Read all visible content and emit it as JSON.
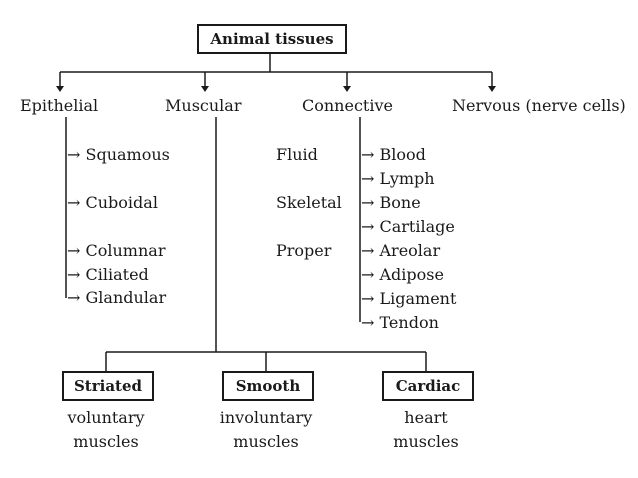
{
  "root": {
    "label": "Animal tissues"
  },
  "categories": {
    "epithelial": "Epithelial",
    "muscular": "Muscular",
    "connective": "Connective",
    "nervous": "Nervous (nerve cells)"
  },
  "epithelial_types": [
    "Squamous",
    "Cuboidal",
    "Columnar",
    "Ciliated",
    "Glandular"
  ],
  "connective_groups": [
    "Fluid",
    "Skeletal",
    "Proper"
  ],
  "connective_types": [
    "Blood",
    "Lymph",
    "Bone",
    "Cartilage",
    "Areolar",
    "Adipose",
    "Ligament",
    "Tendon"
  ],
  "muscle_types": [
    {
      "label": "Striated",
      "desc1": "voluntary",
      "desc2": "muscles"
    },
    {
      "label": "Smooth",
      "desc1": "involuntary",
      "desc2": "muscles"
    },
    {
      "label": "Cardiac",
      "desc1": "heart",
      "desc2": "muscles"
    }
  ],
  "arrow_glyph": "→"
}
